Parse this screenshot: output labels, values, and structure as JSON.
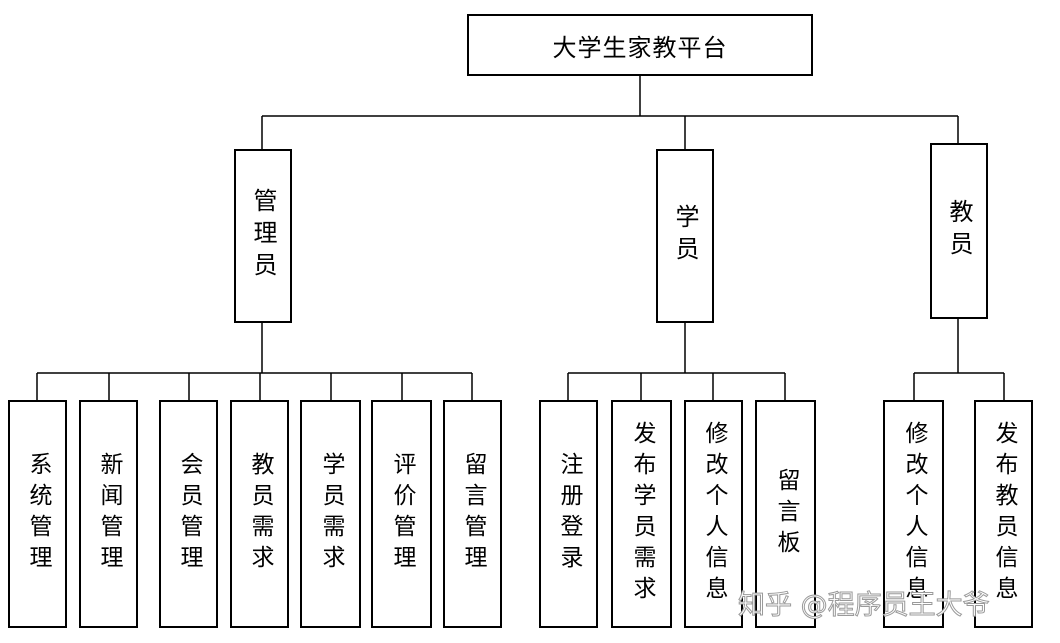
{
  "root": "大学生家教平台",
  "roles": [
    {
      "label": "管理员",
      "functions": [
        "系统管理",
        "新闻管理",
        "会员管理",
        "教员需求",
        "学员需求",
        "评价管理",
        "留言管理"
      ]
    },
    {
      "label": "学员",
      "functions": [
        "注册登录",
        "发布学员需求",
        "修改个人信息",
        "留言板"
      ]
    },
    {
      "label": "教员",
      "functions": [
        "修改个人信息",
        "发布教员信息"
      ]
    }
  ],
  "watermark": "知乎 @程序员王大爷",
  "colors": {
    "line": "#000000",
    "box_border": "#000000",
    "background": "#ffffff",
    "watermark": "#9a9a9a"
  }
}
